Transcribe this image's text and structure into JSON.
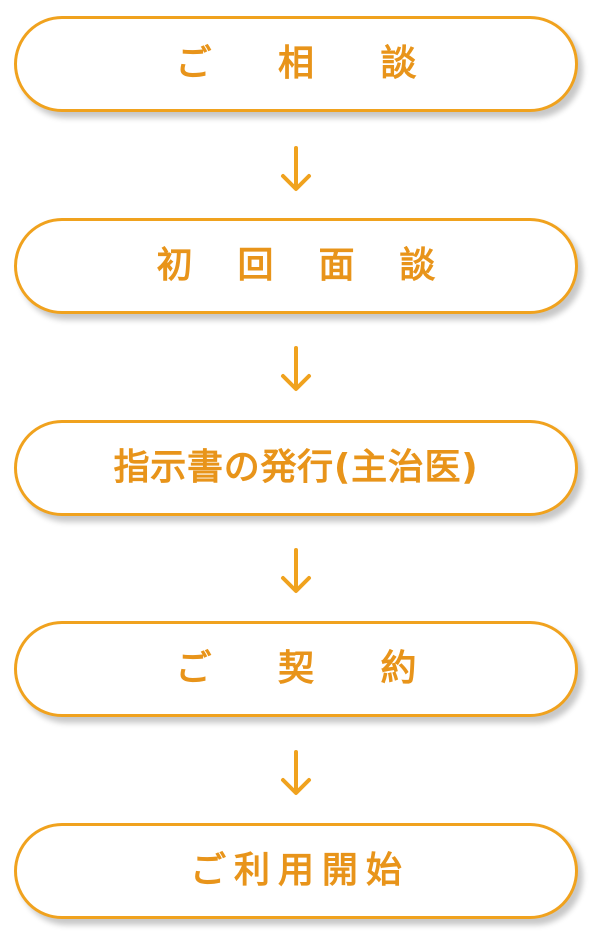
{
  "colors": {
    "accent": "#F0A21E",
    "text": "#E8941A",
    "background": "#FFFFFF"
  },
  "steps": [
    {
      "label": "ご 相 談"
    },
    {
      "label": "初 回 面 談"
    },
    {
      "label": "指示書の発行(主治医)"
    },
    {
      "label": "ご 契 約"
    },
    {
      "label": "ご利用開始"
    }
  ],
  "arrow_icon": "down-arrow-icon"
}
